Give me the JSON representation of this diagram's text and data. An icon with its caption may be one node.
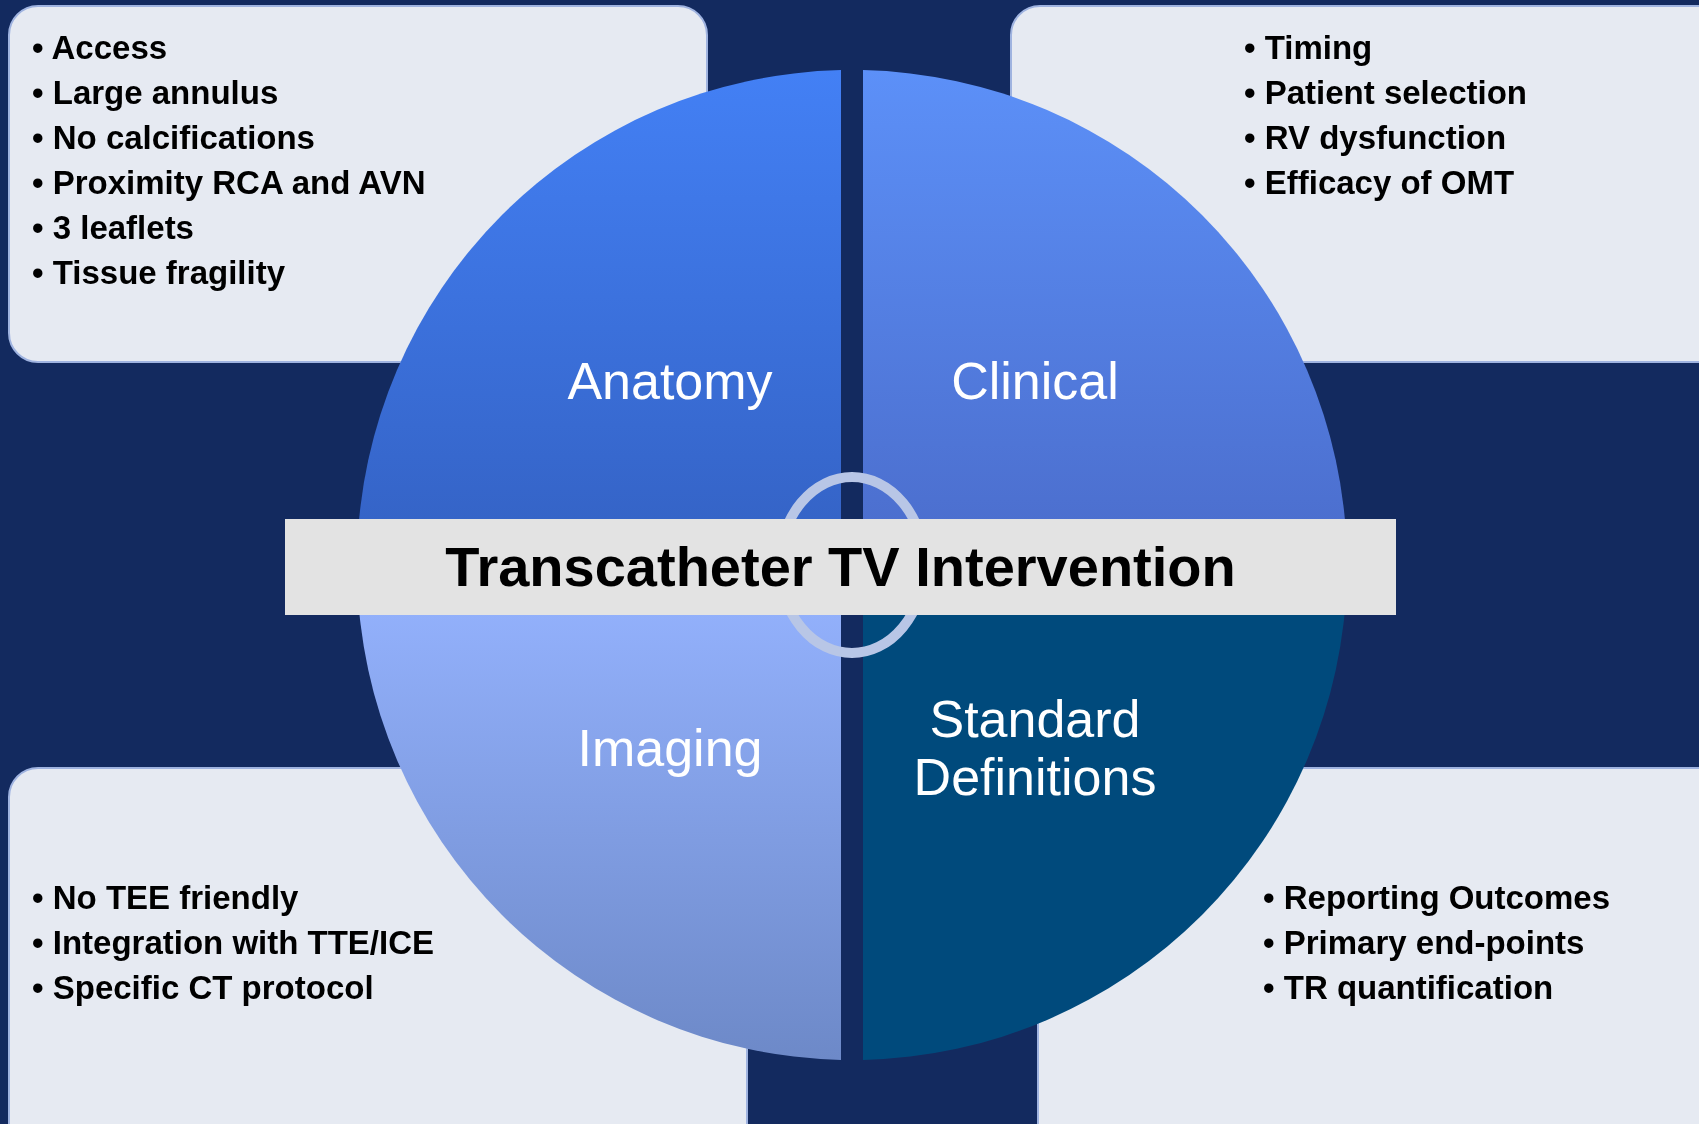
{
  "diagram": {
    "nodes": [
      {
        "text": [
          "• Access",
          "• Large annulus",
          "• No calcifications",
          "• Proximity RCA and AVN",
          "• 3 leaflets",
          "• Tissue fragility"
        ]
      },
      {
        "text": [
          "• Timing",
          "• Patient selection",
          "• RV dysfunction",
          "• Efficacy of OMT"
        ]
      },
      {
        "text": [
          "Anatomy"
        ]
      },
      {
        "text": [
          "Clinical"
        ]
      },
      {
        "text": [
          "Transcatheter TV Intervention"
        ]
      },
      {
        "text": [
          "Imaging"
        ]
      },
      {
        "text": [
          "Standard Definitions"
        ]
      },
      {
        "text": [
          "• No TEE friendly",
          "• Integration with TTE/ICE",
          "• Specific CT protocol"
        ]
      },
      {
        "text": [
          "• Reporting Outcomes",
          "• Primary end-points",
          "• TR quantification"
        ]
      }
    ]
  }
}
